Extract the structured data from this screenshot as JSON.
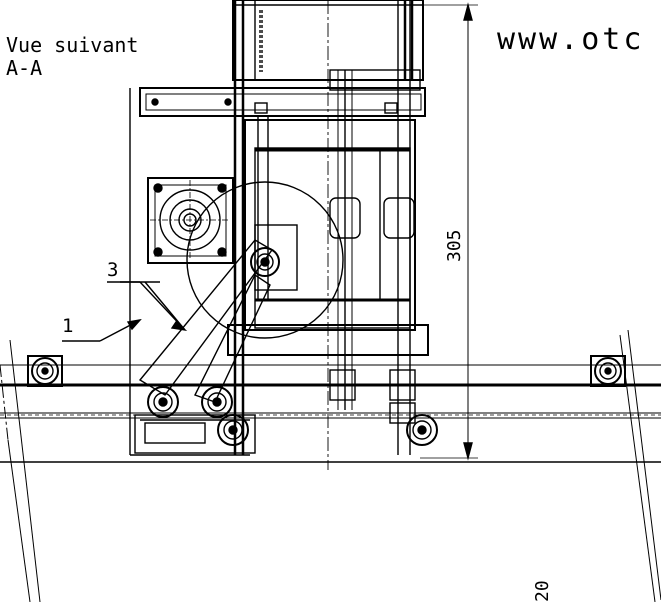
{
  "drawing": {
    "view_label_line1": "Vue suivant",
    "view_label_line2": "A-A",
    "watermark": "www.otc",
    "dimension_height": "305",
    "callouts": [
      "1",
      "3"
    ],
    "cut_label": "20"
  },
  "colors": {
    "ink": "#000000",
    "paper": "#ffffff"
  }
}
